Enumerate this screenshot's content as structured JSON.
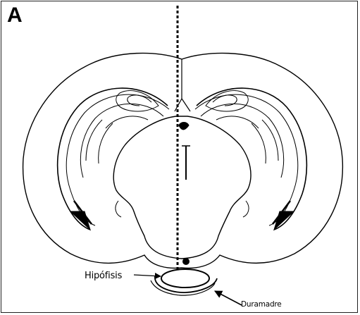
{
  "figure": {
    "panel_letter": "A",
    "labels": {
      "hipofisis": "Hipófisis",
      "duramadre": "Duramadre"
    }
  }
}
